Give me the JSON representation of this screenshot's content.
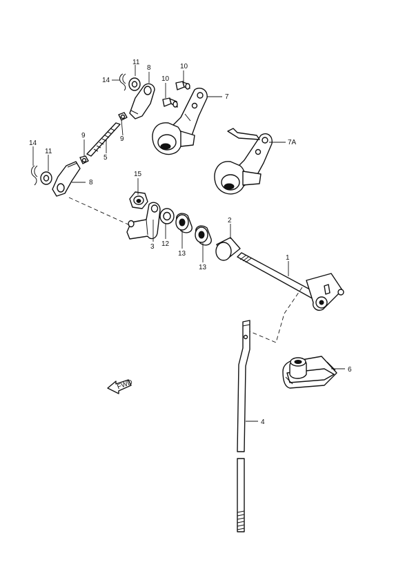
{
  "labels": {
    "p1": "1",
    "p2": "2",
    "p3": "3",
    "p4": "4",
    "p5": "5",
    "p6": "6",
    "p7": "7",
    "p7a": "7A",
    "p8_top": "8",
    "p8_mid": "8",
    "p9_left": "9",
    "p9_right": "9",
    "p10_top": "10",
    "p10_mid": "10",
    "p11_top": "11",
    "p11_mid": "11",
    "p12": "12",
    "p13_left": "13",
    "p13_right": "13",
    "p14_top": "14",
    "p14_mid": "14",
    "p15": "15"
  },
  "fwd_arrow": {
    "text": "FWD",
    "icon": "forward-arrow-icon"
  },
  "colors": {
    "ink": "#111111",
    "paper": "#ffffff"
  }
}
